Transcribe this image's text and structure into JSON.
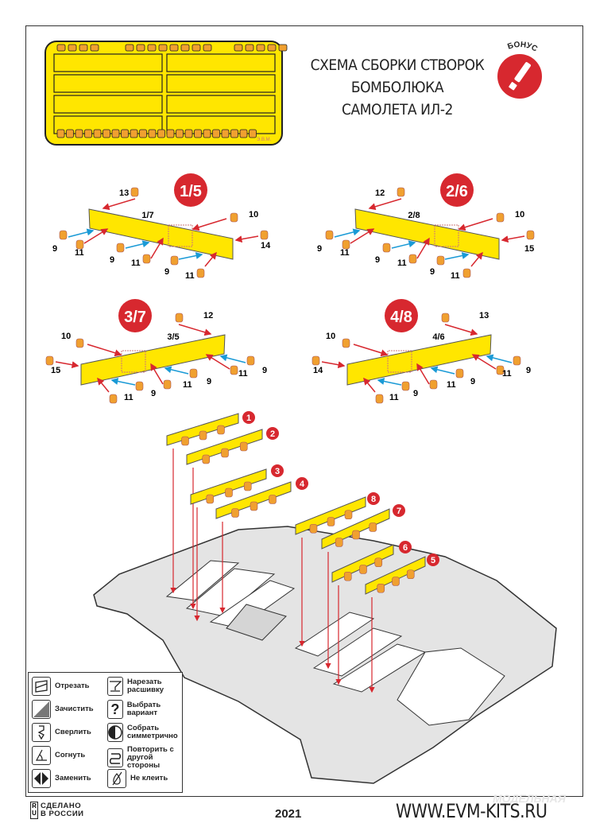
{
  "title": {
    "line1": "СХЕМА СБОРКИ СТВОРОК",
    "line2": "БОМБОЛЮКА",
    "line3": "САМОЛЕТА ИЛ-2"
  },
  "bonus_badge": {
    "label": "БОНУС",
    "icon": "exclamation-icon"
  },
  "fret": {
    "maker_mark": "Э.В.М."
  },
  "colors": {
    "accent_red": "#d7282f",
    "part_yellow": "#ffe600",
    "part_orange": "#f0a030",
    "arrow_blue": "#1a9ad6",
    "floor_grey": "#e4e4e4"
  },
  "subassemblies": [
    {
      "badge": "1/5",
      "panel": "1/7",
      "labels": [
        "13",
        "10",
        "14",
        "9",
        "11",
        "9",
        "11",
        "9",
        "11"
      ]
    },
    {
      "badge": "2/6",
      "panel": "2/8",
      "labels": [
        "12",
        "10",
        "15",
        "9",
        "11",
        "9",
        "11",
        "9",
        "11"
      ]
    },
    {
      "badge": "3/7",
      "panel": "3/5",
      "labels": [
        "12",
        "10",
        "15",
        "9",
        "11",
        "9",
        "11",
        "9",
        "11"
      ]
    },
    {
      "badge": "4/8",
      "panel": "4/6",
      "labels": [
        "13",
        "10",
        "14",
        "9",
        "11",
        "9",
        "11",
        "9",
        "11"
      ]
    }
  ],
  "assembly_numbers": [
    "1",
    "2",
    "3",
    "4",
    "5",
    "6",
    "7",
    "8"
  ],
  "legend": [
    {
      "icon": "cut-icon",
      "label": "Отрезать"
    },
    {
      "icon": "engrave-icon",
      "label": "Нарезать расшивку"
    },
    {
      "icon": "sand-icon",
      "label": "Зачистить"
    },
    {
      "icon": "question-icon",
      "label": "Выбрать вариант"
    },
    {
      "icon": "drill-icon",
      "label": "Сверлить"
    },
    {
      "icon": "half-circle-icon",
      "label": "Собрать симметрично"
    },
    {
      "icon": "bend-icon",
      "label": "Согнуть"
    },
    {
      "icon": "repeat-icon",
      "label": "Повторить с другой стороны"
    },
    {
      "icon": "replace-icon",
      "label": "Заменить"
    },
    {
      "icon": "no-glue-icon",
      "label": "Не клеить"
    }
  ],
  "footer": {
    "logo_top": "СДЕЛАНО",
    "logo_bottom": "В РОССИИ",
    "logo_letters": "RU",
    "year": "2021",
    "url": "WWW.EVM-KITS.RU",
    "watermark": "МОДЕЛЬНАЯ"
  }
}
